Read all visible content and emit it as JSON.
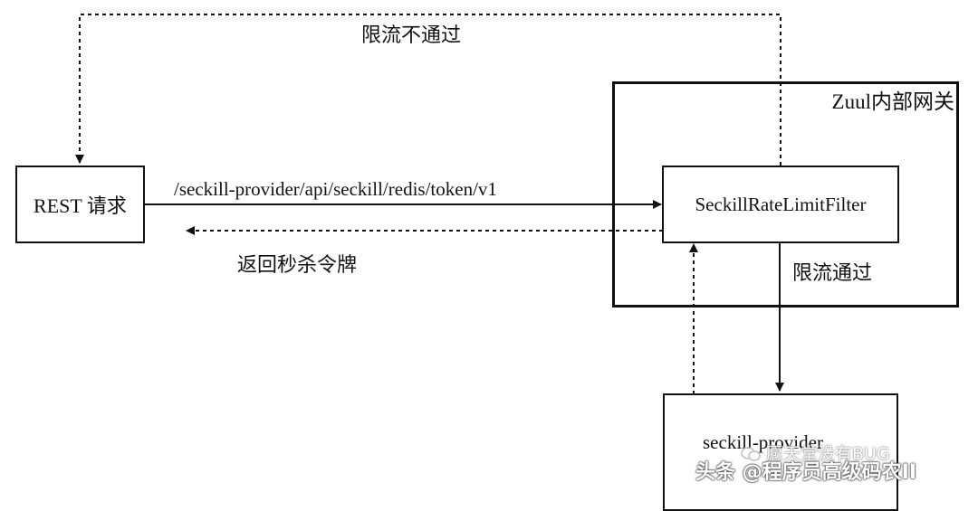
{
  "nodes": {
    "rest_request": "REST 请求",
    "gateway_title": "Zuul内部网关",
    "filter": "SeckillRateLimitFilter",
    "provider": "seckill-provider"
  },
  "edges": {
    "request_path": "/seckill-provider/api/seckill/redis/token/v1",
    "return_token": "返回秒杀令牌",
    "not_pass": "限流不通过",
    "pass": "限流通过"
  },
  "watermark": {
    "account": "愿天堂没有BUG",
    "source": "头条 @程序员高级码农II"
  }
}
